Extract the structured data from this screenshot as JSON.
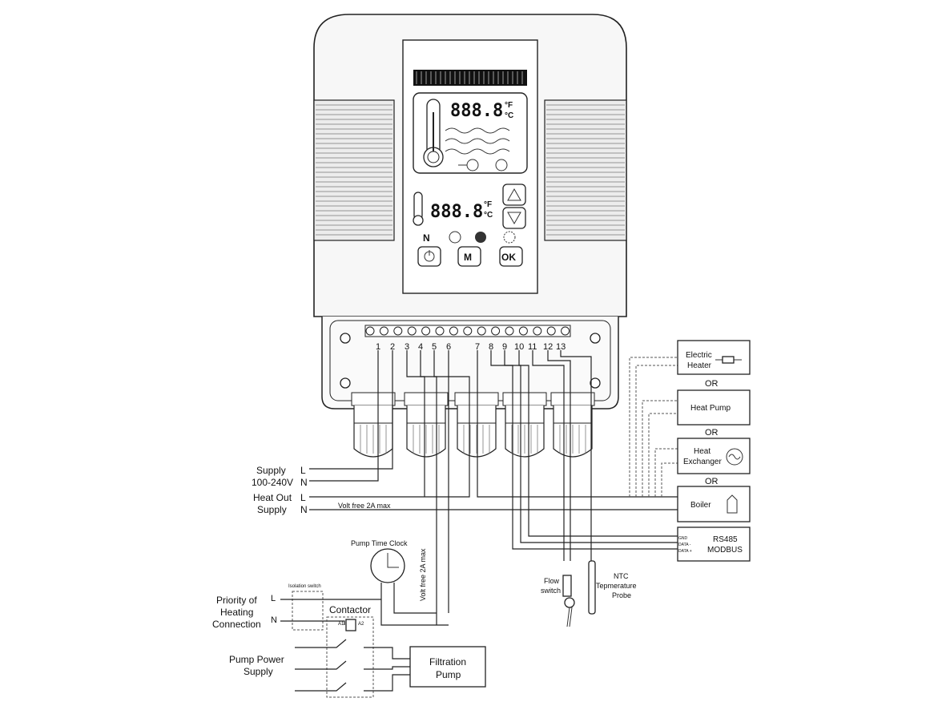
{
  "lcd": {
    "upper_temp": "888.8",
    "lower_temp": "888.8",
    "unit_f": "°F",
    "unit_c": "°C"
  },
  "buttons": [
    {
      "key": "up",
      "icon": "up-arrow-icon"
    },
    {
      "key": "down",
      "icon": "down-arrow-icon"
    },
    {
      "key": "power",
      "icon": "power-icon"
    },
    {
      "key": "mode",
      "label": "M"
    },
    {
      "key": "ok",
      "label": "OK"
    }
  ],
  "indicators": [
    "N",
    "clock-icon",
    "fan-icon",
    "gear-icon"
  ],
  "terminals": [
    "1",
    "2",
    "3",
    "4",
    "5",
    "6",
    "7",
    "8",
    "9",
    "10",
    "11",
    "12",
    "13"
  ],
  "left_labels": {
    "supply": "Supply",
    "supply_voltage": "100-240V",
    "heat_out": "Heat Out",
    "heat_out_supply": "Supply",
    "L": "L",
    "N": "N",
    "volt_free": "Volt free 2A max",
    "volt_free_vertical": "Volt free 2A max",
    "pump_time_clock": "Pump Time Clock",
    "priority_1": "Priority of",
    "priority_2": "Heating",
    "priority_3": "Connection",
    "isolation_switch": "Isolation switch",
    "contactor": "Contactor",
    "a1": "A1",
    "a2": "A2",
    "pump_power_1": "Pump Power",
    "pump_power_2": "Supply",
    "filtration_1": "Filtration",
    "filtration_2": "Pump"
  },
  "right_boxes": {
    "electric_heater_1": "Electric",
    "electric_heater_2": "Heater",
    "or": "OR",
    "heat_pump": "Heat Pump",
    "heat_exchanger_1": "Heat",
    "heat_exchanger_2": "Exchanger",
    "boiler": "Boiler",
    "rs485_1": "RS485",
    "rs485_2": "MODBUS",
    "gnd": "GND",
    "data_minus": "DATA -",
    "data_plus": "DATA +"
  },
  "sensors": {
    "flow_1": "Flow",
    "flow_2": "switch",
    "ntc_1": "NTC",
    "ntc_2": "Tepmerature",
    "ntc_3": "Probe"
  }
}
